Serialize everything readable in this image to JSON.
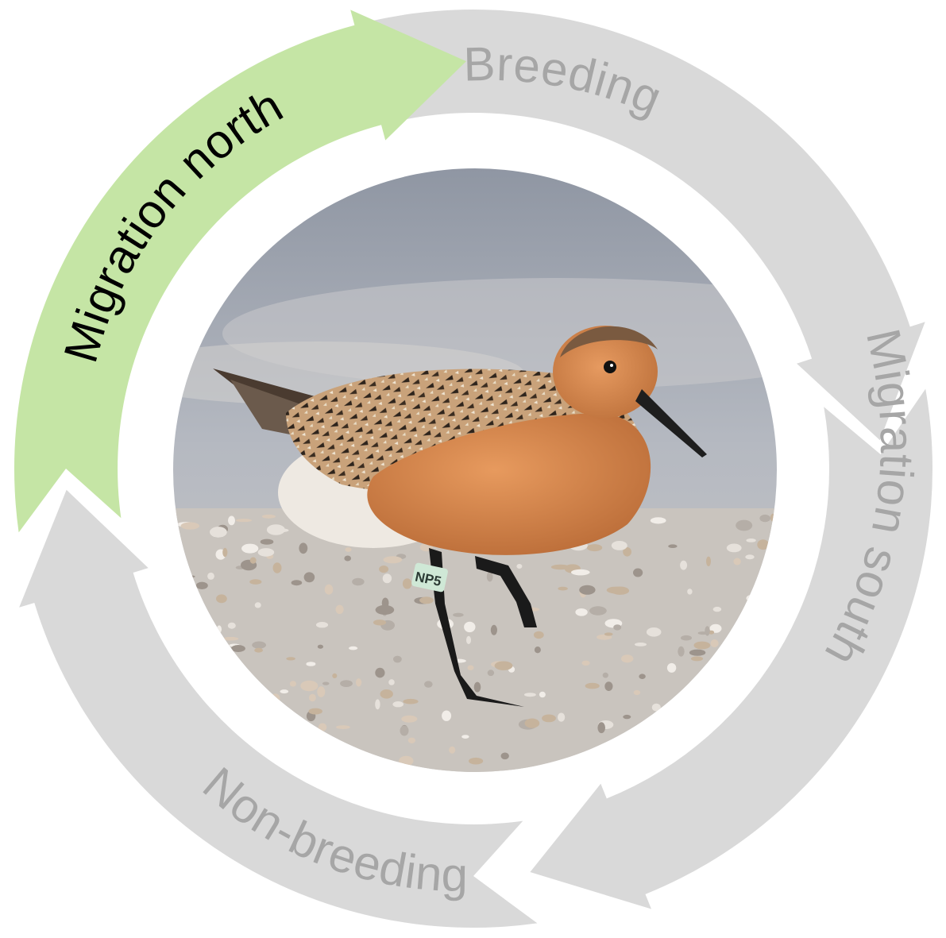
{
  "diagram": {
    "stages": [
      {
        "id": "breeding",
        "label": "Breeding",
        "fill": "#d9d9d9",
        "text_color": "#a6a6a6",
        "active": false
      },
      {
        "id": "migration-south",
        "label": "Migration south",
        "fill": "#d9d9d9",
        "text_color": "#a6a6a6",
        "active": false
      },
      {
        "id": "non-breeding",
        "label": "Non-breeding",
        "fill": "#d9d9d9",
        "text_color": "#a6a6a6",
        "active": false
      },
      {
        "id": "migration-north",
        "label": "Migration north",
        "fill": "#c5e5a5",
        "text_color": "#000000",
        "active": true
      }
    ],
    "photo": {
      "subject": "red knot shorebird walking on shell beach",
      "leg_band_text": "NP5",
      "plumage_color": "#d98a50"
    }
  }
}
